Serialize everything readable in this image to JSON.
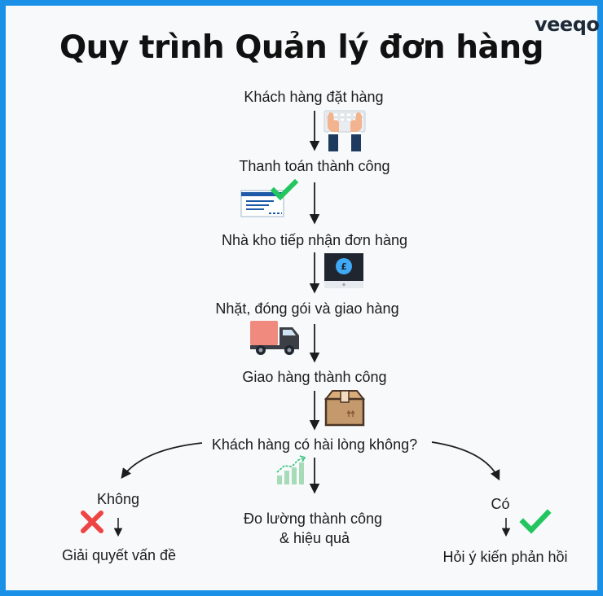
{
  "brand": {
    "logo_text": "veeqo"
  },
  "title": "Quy trình Quản lý đơn hàng",
  "steps": {
    "order_placed": "Khách hàng đặt hàng",
    "payment_success": "Thanh toán thành công",
    "warehouse_receives": "Nhà kho tiếp nhận đơn hàng",
    "pick_pack_ship": "Nhặt, đóng gói và giao hàng",
    "delivery_success": "Giao hàng thành công",
    "satisfied_question": "Khách hàng có hài lòng không?"
  },
  "branches": {
    "no": {
      "label": "Không",
      "result": "Giải quyết vấn đề"
    },
    "middle": {
      "line1": "Đo lường thành công",
      "line2": "& hiệu quả"
    },
    "yes": {
      "label": "Có",
      "result": "Hỏi ý kiến phản hồi"
    }
  },
  "icons": {
    "order_placed": "typing-hands-icon",
    "payment_success": "payment-card-check-icon",
    "warehouse_receives": "monitor-currency-icon",
    "pick_pack_ship": "delivery-truck-icon",
    "delivery_success": "package-box-icon",
    "satisfied_question": "growth-chart-icon",
    "no": "red-x-icon",
    "yes": "green-check-icon"
  },
  "colors": {
    "frame": "#1a90e6",
    "background": "#f7f9fb",
    "check": "#22c55e",
    "cross": "#ef4444",
    "truck": "#f08a7e",
    "box": "#c49a6c"
  }
}
